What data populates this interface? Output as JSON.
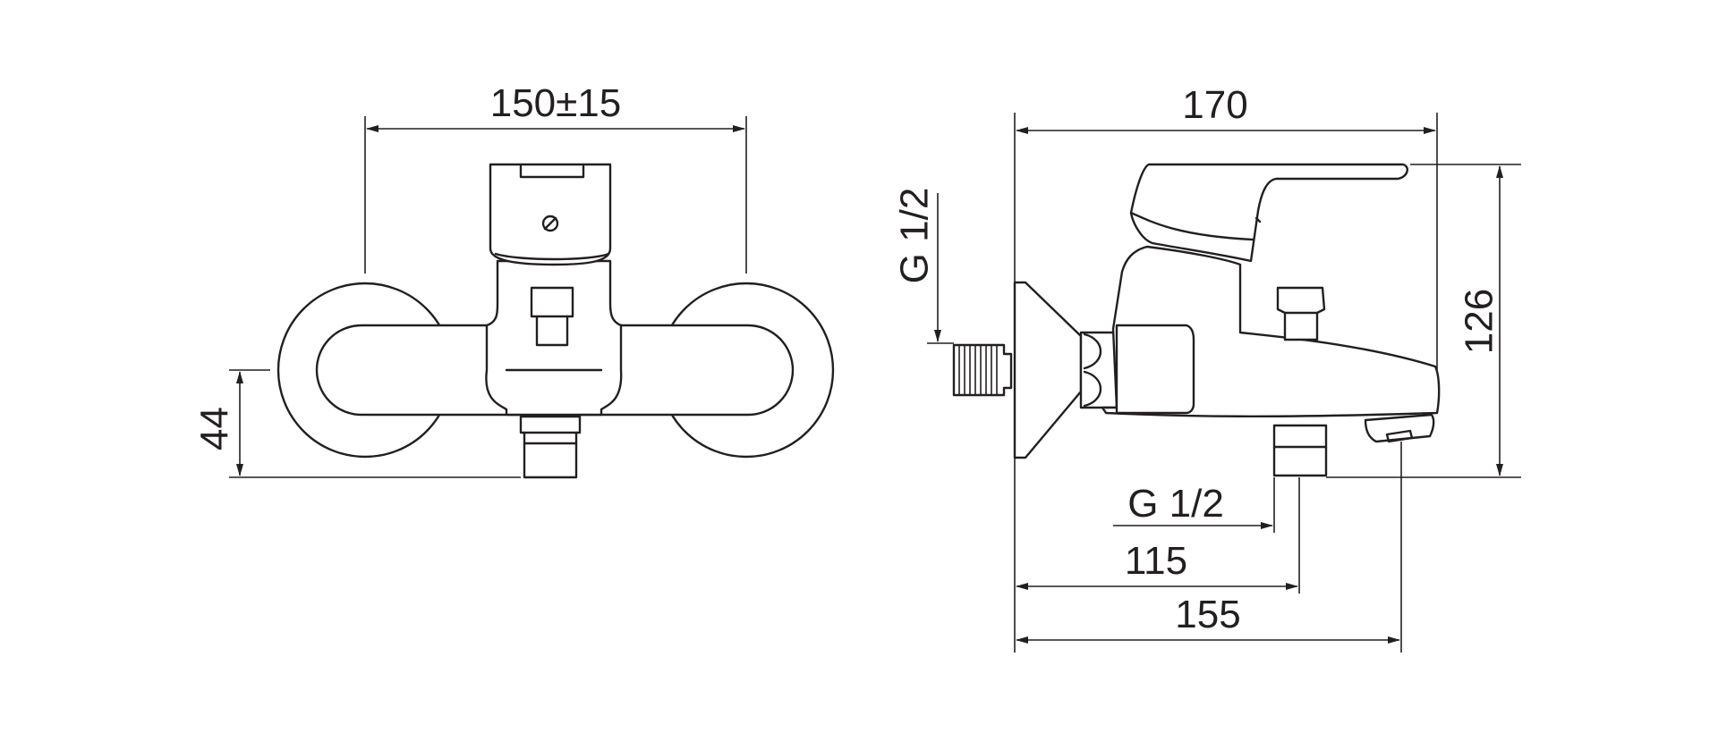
{
  "front_view": {
    "width_dimension": "150±15",
    "height_dimension": "44"
  },
  "side_view": {
    "overall_length": "170",
    "overall_height": "126",
    "inlet_thread": "G 1/2",
    "outlet_thread": "G 1/2",
    "outlet_distance": "115",
    "spout_distance": "155"
  },
  "colors": {
    "line": "#231f20",
    "background": "#ffffff"
  }
}
